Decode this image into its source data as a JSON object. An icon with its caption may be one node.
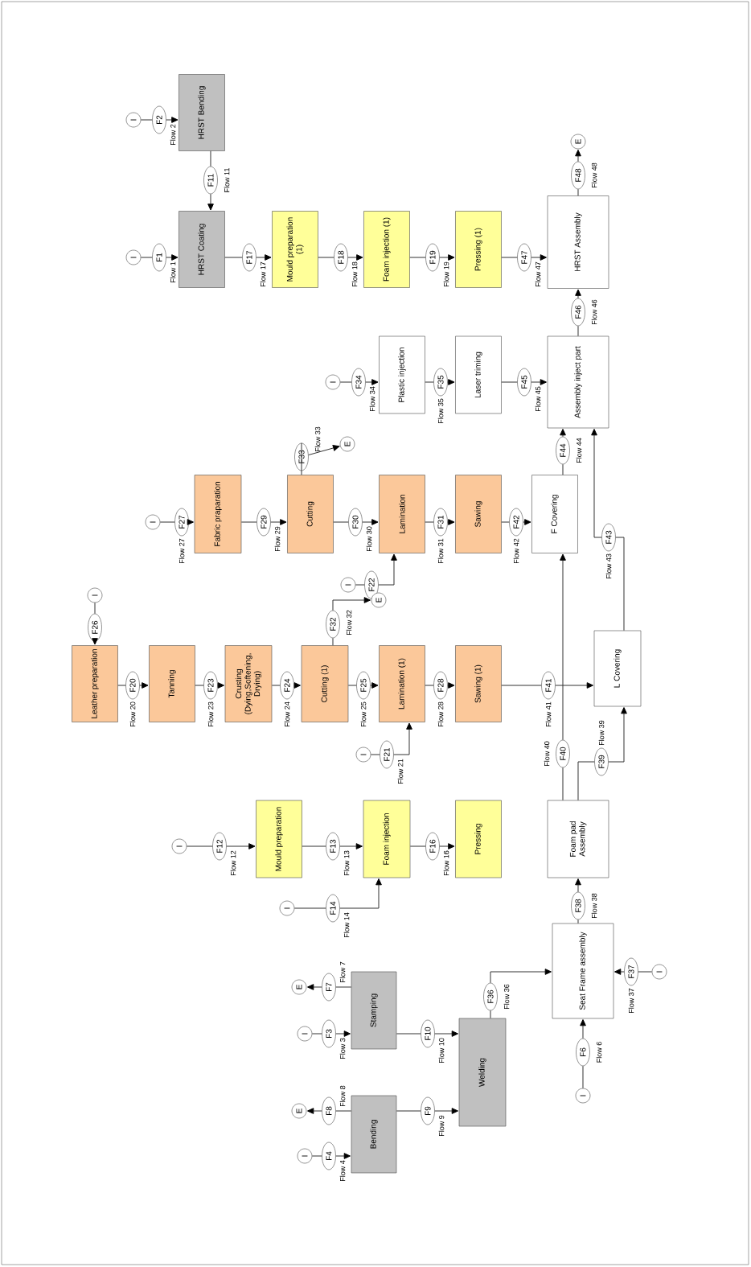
{
  "diagram": {
    "nodes": [
      {
        "text": [
          "I"
        ]
      },
      {
        "text": [
          "F2"
        ],
        "beside": [
          "Flow 2"
        ]
      },
      {
        "text": [
          "HRST Bending"
        ]
      },
      {
        "text": [
          "F11"
        ],
        "beside": [
          "Flow 11"
        ]
      },
      {
        "text": [
          "I"
        ]
      },
      {
        "text": [
          "F1"
        ],
        "beside": [
          "Flow 1"
        ]
      },
      {
        "text": [
          "HRST Coating"
        ]
      },
      {
        "text": [
          "F17"
        ],
        "beside": [
          "Flow 17"
        ]
      },
      {
        "text": [
          "Mould preparation (1)"
        ]
      },
      {
        "text": [
          "F18"
        ],
        "beside": [
          "Flow 18"
        ]
      },
      {
        "text": [
          "Foam injection (1)"
        ]
      },
      {
        "text": [
          "F19"
        ],
        "beside": [
          "Flow 19"
        ]
      },
      {
        "text": [
          "Pressing (1)"
        ]
      },
      {
        "text": [
          "F47"
        ],
        "beside": [
          "Flow 47"
        ]
      },
      {
        "text": [
          "E"
        ]
      },
      {
        "text": [
          "F48"
        ],
        "beside": [
          "Flow 48"
        ]
      },
      {
        "text": [
          "HRST Assembly"
        ]
      },
      {
        "text": [
          "I"
        ]
      },
      {
        "text": [
          "F34"
        ],
        "beside": [
          "Flow 34"
        ]
      },
      {
        "text": [
          "Plastic injection"
        ]
      },
      {
        "text": [
          "F35"
        ],
        "beside": [
          "Flow 35"
        ]
      },
      {
        "text": [
          "Laser triming"
        ]
      },
      {
        "text": [
          "F45"
        ],
        "beside": [
          "Flow 45"
        ]
      },
      {
        "text": [
          "F46"
        ],
        "beside": [
          "Flow 46"
        ]
      },
      {
        "text": [
          "Assembly inject part"
        ]
      },
      {
        "text": [
          "F33"
        ],
        "beside": [
          "Flow 33"
        ]
      },
      {
        "text": [
          "E"
        ]
      },
      {
        "text": [
          "F44"
        ],
        "beside": [
          "Flow 44"
        ]
      },
      {
        "text": [
          "I"
        ]
      },
      {
        "text": [
          "F27"
        ],
        "beside": [
          "Flow 27"
        ]
      },
      {
        "text": [
          "Fabric praparation"
        ]
      },
      {
        "text": [
          "F29"
        ],
        "beside": [
          "Flow 29"
        ]
      },
      {
        "text": [
          "Cutting"
        ]
      },
      {
        "text": [
          "F30"
        ],
        "beside": [
          "Flow 30"
        ]
      },
      {
        "text": [
          "Lamination"
        ]
      },
      {
        "text": [
          "F31"
        ],
        "beside": [
          "Flow 31"
        ]
      },
      {
        "text": [
          "Sawing"
        ]
      },
      {
        "text": [
          "F42"
        ],
        "beside": [
          "Flow 42"
        ]
      },
      {
        "text": [
          "F Covering"
        ]
      },
      {
        "text": [
          "F43"
        ],
        "beside": [
          "Flow 43"
        ]
      },
      {
        "text": [
          "I"
        ]
      },
      {
        "text": [
          "F22"
        ]
      },
      {
        "text": [
          "I"
        ]
      },
      {
        "text": [
          "F26"
        ]
      },
      {
        "text": [
          "F32"
        ],
        "beside": [
          "Flow 32"
        ]
      },
      {
        "text": [
          "E"
        ]
      },
      {
        "text": [
          "Leather preparation"
        ]
      },
      {
        "text": [
          "F20"
        ],
        "beside": [
          "Flow 20"
        ]
      },
      {
        "text": [
          "Tanning"
        ]
      },
      {
        "text": [
          "F23"
        ],
        "beside": [
          "Flow 23"
        ]
      },
      {
        "text": [
          "Crusting (Dying,Softening, Drying)"
        ]
      },
      {
        "text": [
          "F24"
        ],
        "beside": [
          "Flow 24"
        ]
      },
      {
        "text": [
          "Cutting (1)"
        ]
      },
      {
        "text": [
          "F25"
        ],
        "beside": [
          "Flow 25"
        ]
      },
      {
        "text": [
          "Lamination (1)"
        ]
      },
      {
        "text": [
          "F28"
        ],
        "beside": [
          "Flow 28"
        ]
      },
      {
        "text": [
          "Sawing (1)"
        ]
      },
      {
        "text": [
          "F41"
        ],
        "beside": [
          "Flow 41"
        ]
      },
      {
        "text": [
          "L Covering"
        ]
      },
      {
        "text": [
          "F40"
        ],
        "beside": [
          "Flow 40"
        ]
      },
      {
        "text": [
          "F39"
        ],
        "beside": [
          "Flow 39"
        ]
      },
      {
        "text": [
          "I"
        ]
      },
      {
        "text": [
          "F21"
        ],
        "beside": [
          "Flow 21"
        ]
      },
      {
        "text": [
          "I"
        ]
      },
      {
        "text": [
          "F12"
        ],
        "beside": [
          "Flow 12"
        ]
      },
      {
        "text": [
          "Mould preparation"
        ]
      },
      {
        "text": [
          "F13"
        ],
        "beside": [
          "Flow 13"
        ]
      },
      {
        "text": [
          "Foam injection"
        ]
      },
      {
        "text": [
          "F16"
        ],
        "beside": [
          "Flow 16"
        ]
      },
      {
        "text": [
          "Pressing"
        ]
      },
      {
        "text": [
          "Foam pad Assembly"
        ]
      },
      {
        "text": [
          "I"
        ]
      },
      {
        "text": [
          "F14"
        ],
        "beside": [
          "Flow 14"
        ]
      },
      {
        "text": [
          "F38"
        ],
        "beside": [
          "Flow 38"
        ]
      },
      {
        "text": [
          "Seat Frame assembly"
        ]
      },
      {
        "text": [
          "E"
        ]
      },
      {
        "text": [
          "F7"
        ],
        "beside": [
          "Flow 7"
        ]
      },
      {
        "text": [
          "Stamping"
        ]
      },
      {
        "text": [
          "F36"
        ],
        "beside": [
          "Flow 36"
        ]
      },
      {
        "text": [
          "F37"
        ],
        "beside": [
          "Flow 37"
        ]
      },
      {
        "text": [
          "I"
        ]
      },
      {
        "text": [
          "I"
        ]
      },
      {
        "text": [
          "F3"
        ],
        "beside": [
          "Flow 3"
        ]
      },
      {
        "text": [
          "F10"
        ],
        "beside": [
          "Flow 10"
        ]
      },
      {
        "text": [
          "F6"
        ],
        "beside": [
          "Flow 6"
        ]
      },
      {
        "text": [
          "Welding"
        ]
      },
      {
        "text": [
          "I"
        ]
      },
      {
        "text": [
          "E"
        ]
      },
      {
        "text": [
          "F8"
        ],
        "beside": [
          "Flow 8"
        ]
      },
      {
        "text": [
          "Bending"
        ]
      },
      {
        "text": [
          "F9"
        ],
        "beside": [
          "Flow 9"
        ]
      },
      {
        "text": [
          "I"
        ]
      },
      {
        "text": [
          "F4"
        ],
        "beside": [
          "Flow 4"
        ]
      }
    ],
    "edges": [
      {
        "from": 0,
        "to": 1,
        "arrow": "none"
      },
      {
        "from": 1,
        "to": 2,
        "arrow": "to"
      },
      {
        "from": 2,
        "to": 3,
        "arrow": "none"
      },
      {
        "from": 3,
        "to": 6,
        "arrow": "to"
      },
      {
        "from": 4,
        "to": 5,
        "arrow": "none"
      },
      {
        "from": 5,
        "to": 6,
        "arrow": "to"
      },
      {
        "from": 6,
        "to": 7,
        "arrow": "none"
      },
      {
        "from": 7,
        "to": 8,
        "arrow": "to"
      },
      {
        "from": 8,
        "to": 9,
        "arrow": "none"
      },
      {
        "from": 9,
        "to": 10,
        "arrow": "to"
      },
      {
        "from": 10,
        "to": 11,
        "arrow": "none"
      },
      {
        "from": 11,
        "to": 12,
        "arrow": "to"
      },
      {
        "from": 12,
        "to": 13,
        "arrow": "none"
      },
      {
        "from": 13,
        "to": 16,
        "arrow": "to"
      },
      {
        "from": 16,
        "to": 15,
        "arrow": "none"
      },
      {
        "from": 15,
        "to": 14,
        "arrow": "to"
      },
      {
        "from": 17,
        "to": 18,
        "arrow": "none"
      },
      {
        "from": 18,
        "to": 19,
        "arrow": "to"
      },
      {
        "from": 19,
        "to": 20,
        "arrow": "none"
      },
      {
        "from": 20,
        "to": 21,
        "arrow": "to"
      },
      {
        "from": 21,
        "to": 22,
        "arrow": "none"
      },
      {
        "from": 22,
        "to": 24,
        "arrow": "to"
      },
      {
        "from": 24,
        "to": 23,
        "arrow": "none"
      },
      {
        "from": 23,
        "to": 16,
        "arrow": "to"
      },
      {
        "from": 32,
        "to": 25,
        "arrow": "none"
      },
      {
        "from": 25,
        "to": 26,
        "arrow": "to"
      },
      {
        "from": 38,
        "to": 27,
        "arrow": "none"
      },
      {
        "from": 27,
        "to": 24,
        "arrow": "to"
      },
      {
        "from": 28,
        "to": 29,
        "arrow": "none"
      },
      {
        "from": 29,
        "to": 30,
        "arrow": "to"
      },
      {
        "from": 30,
        "to": 31,
        "arrow": "none"
      },
      {
        "from": 31,
        "to": 32,
        "arrow": "to"
      },
      {
        "from": 32,
        "to": 33,
        "arrow": "none"
      },
      {
        "from": 33,
        "to": 34,
        "arrow": "to"
      },
      {
        "from": 34,
        "to": 35,
        "arrow": "none"
      },
      {
        "from": 35,
        "to": 36,
        "arrow": "to"
      },
      {
        "from": 36,
        "to": 37,
        "arrow": "none"
      },
      {
        "from": 37,
        "to": 38,
        "arrow": "to"
      },
      {
        "from": 58,
        "to": 39,
        "arrow": "none"
      },
      {
        "from": 39,
        "to": 24,
        "arrow": "to"
      },
      {
        "from": 40,
        "to": 41,
        "arrow": "none"
      },
      {
        "from": 41,
        "to": 34,
        "arrow": "to"
      },
      {
        "from": 42,
        "to": 43,
        "arrow": "none"
      },
      {
        "from": 43,
        "to": 46,
        "arrow": "to"
      },
      {
        "from": 52,
        "to": 44,
        "arrow": "none"
      },
      {
        "from": 44,
        "to": 45,
        "arrow": "to"
      },
      {
        "from": 46,
        "to": 47,
        "arrow": "none"
      },
      {
        "from": 47,
        "to": 48,
        "arrow": "to"
      },
      {
        "from": 48,
        "to": 49,
        "arrow": "none"
      },
      {
        "from": 49,
        "to": 50,
        "arrow": "to"
      },
      {
        "from": 50,
        "to": 51,
        "arrow": "none"
      },
      {
        "from": 51,
        "to": 52,
        "arrow": "to"
      },
      {
        "from": 52,
        "to": 53,
        "arrow": "none"
      },
      {
        "from": 53,
        "to": 54,
        "arrow": "to"
      },
      {
        "from": 54,
        "to": 55,
        "arrow": "none"
      },
      {
        "from": 55,
        "to": 56,
        "arrow": "to"
      },
      {
        "from": 56,
        "to": 57,
        "arrow": "none"
      },
      {
        "from": 57,
        "to": 58,
        "arrow": "to"
      },
      {
        "from": 70,
        "to": 59,
        "arrow": "none"
      },
      {
        "from": 59,
        "to": 38,
        "arrow": "to"
      },
      {
        "from": 70,
        "to": 60,
        "arrow": "none"
      },
      {
        "from": 60,
        "to": 58,
        "arrow": "to"
      },
      {
        "from": 61,
        "to": 62,
        "arrow": "none"
      },
      {
        "from": 62,
        "to": 54,
        "arrow": "to"
      },
      {
        "from": 63,
        "to": 64,
        "arrow": "none"
      },
      {
        "from": 64,
        "to": 65,
        "arrow": "to"
      },
      {
        "from": 65,
        "to": 66,
        "arrow": "none"
      },
      {
        "from": 66,
        "to": 67,
        "arrow": "to"
      },
      {
        "from": 67,
        "to": 68,
        "arrow": "none"
      },
      {
        "from": 68,
        "to": 69,
        "arrow": "to"
      },
      {
        "from": 71,
        "to": 72,
        "arrow": "none"
      },
      {
        "from": 72,
        "to": 67,
        "arrow": "to"
      },
      {
        "from": 74,
        "to": 73,
        "arrow": "none"
      },
      {
        "from": 73,
        "to": 70,
        "arrow": "to"
      },
      {
        "from": 77,
        "to": 76,
        "arrow": "none"
      },
      {
        "from": 76,
        "to": 75,
        "arrow": "to"
      },
      {
        "from": 80,
        "to": 79,
        "arrow": "none"
      },
      {
        "from": 79,
        "to": 74,
        "arrow": "to"
      },
      {
        "from": 85,
        "to": 78,
        "arrow": "none"
      },
      {
        "from": 78,
        "to": 74,
        "arrow": "to"
      },
      {
        "from": 81,
        "to": 82,
        "arrow": "none"
      },
      {
        "from": 82,
        "to": 77,
        "arrow": "to"
      },
      {
        "from": 77,
        "to": 83,
        "arrow": "none"
      },
      {
        "from": 83,
        "to": 85,
        "arrow": "to"
      },
      {
        "from": 86,
        "to": 84,
        "arrow": "none"
      },
      {
        "from": 84,
        "to": 74,
        "arrow": "to"
      },
      {
        "from": 89,
        "to": 88,
        "arrow": "none"
      },
      {
        "from": 88,
        "to": 87,
        "arrow": "to"
      },
      {
        "from": 89,
        "to": 90,
        "arrow": "none"
      },
      {
        "from": 90,
        "to": 85,
        "arrow": "to"
      },
      {
        "from": 91,
        "to": 92,
        "arrow": "none"
      },
      {
        "from": 92,
        "to": 89,
        "arrow": "to"
      }
    ]
  }
}
